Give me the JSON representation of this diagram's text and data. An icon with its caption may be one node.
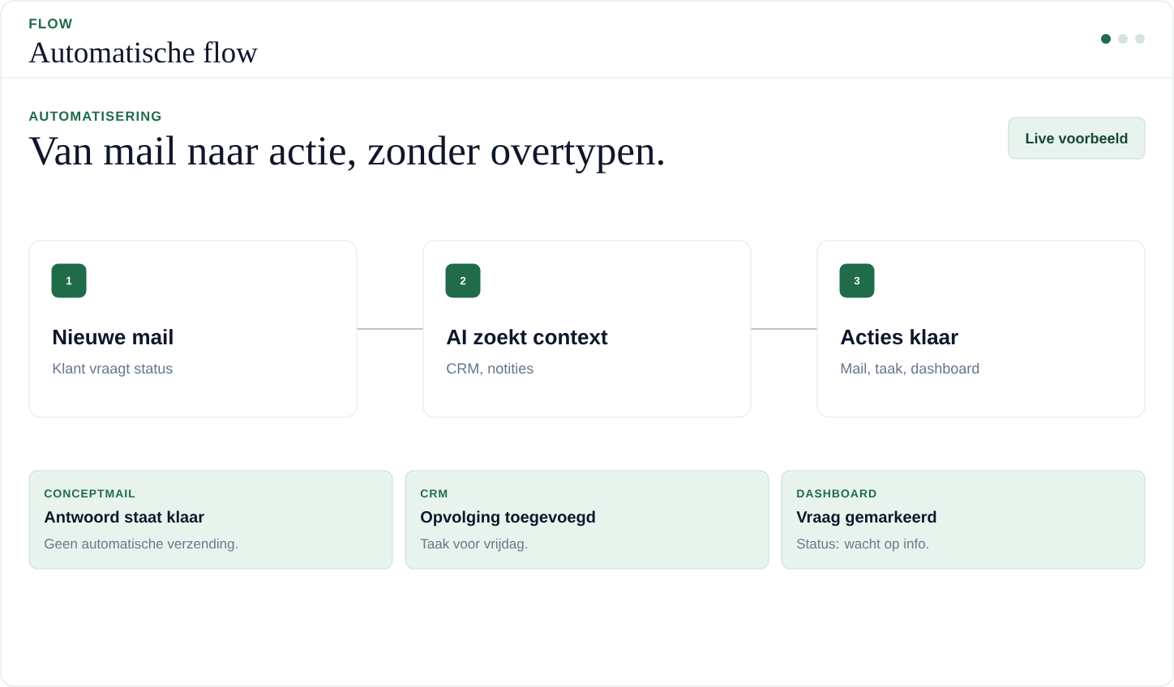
{
  "diagram": {
    "title": "Automatische flow",
    "nodes": [
      {
        "text": [
          "Live voorbeeld"
        ]
      },
      {
        "text": [
          "Nieuwe mail",
          "Klant vraagt status"
        ]
      },
      {
        "text": [
          "1"
        ],
        "in": 1
      },
      {
        "text": [
          "AI zoekt context",
          "CRM, notities"
        ]
      },
      {
        "text": [
          "2"
        ],
        "in": 3
      },
      {
        "text": [
          "Acties klaar",
          "Mail, taak, dashboard"
        ]
      },
      {
        "text": [
          "3"
        ],
        "in": 5
      },
      {
        "text": [
          "CONCEPTMAIL",
          "Antwoord staat klaar",
          "Geen automatische verzending."
        ]
      },
      {
        "text": [
          "CRM",
          "Opvolging toegevoegd",
          "Taak voor vrijdag."
        ]
      },
      {
        "text": [
          "DASHBOARD",
          "Vraag gemarkeerd",
          "Status: wacht op info."
        ]
      }
    ],
    "edges": [
      {
        "from": 1,
        "to": 3,
        "arrow": "none"
      },
      {
        "from": 3,
        "to": 5,
        "arrow": "none"
      }
    ],
    "labels": [
      "FLOW",
      "AUTOMATISERING",
      "Van mail naar actie, zonder overtypen."
    ]
  }
}
